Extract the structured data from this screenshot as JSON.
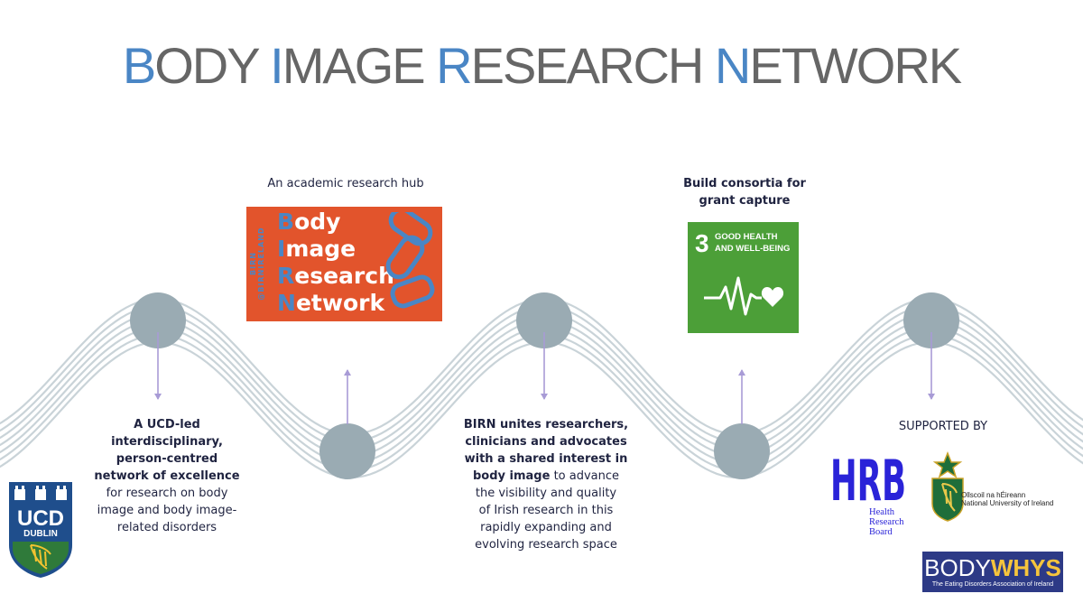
{
  "title": {
    "words": [
      {
        "cap": "B",
        "rest": "ODY"
      },
      {
        "cap": "I",
        "rest": "MAGE"
      },
      {
        "cap": "R",
        "rest": "ESEARCH"
      },
      {
        "cap": "N",
        "rest": "ETWORK"
      }
    ]
  },
  "labels": {
    "hub": "An academic research hub",
    "consortia": "Build consortia for grant capture",
    "supported": "SUPPORTED BY"
  },
  "ucd_text": {
    "bold_lines": [
      "A UCD-led",
      "interdisciplinary,",
      "person-centred",
      "network of excellence"
    ],
    "normal_lines": [
      "for research on body",
      "image and body image-",
      "related disorders"
    ]
  },
  "birn_text": {
    "bold_lines": [
      "BIRN unites researchers,",
      "clinicians and advocates",
      "with a shared interest in"
    ],
    "mixed_bold": "body image",
    "mixed_rest": " to advance",
    "normal_lines": [
      "the visibility and quality",
      "of Irish research in this",
      "rapidly expanding and",
      "evolving research space"
    ]
  },
  "birn_logo": {
    "vertical": "BIRN @BIRNIRELAND",
    "lines": [
      {
        "ini": "B",
        "rest": "ody"
      },
      {
        "ini": "I",
        "rest": "mage"
      },
      {
        "ini": "R",
        "rest": "esearch"
      },
      {
        "ini": "N",
        "rest": "etwork"
      }
    ]
  },
  "sdg": {
    "number": "3",
    "line1": "GOOD HEALTH",
    "line2": "AND WELL-BEING"
  },
  "ucd_logo": {
    "line1": "UCD",
    "line2": "DUBLIN"
  },
  "hrb": {
    "letters": "HRB",
    "line1": "Health",
    "line2": "Research",
    "line3": "Board"
  },
  "nui": {
    "line1": "Ollscoil na hÉireann",
    "line2": "National University of Ireland"
  },
  "bodywhys": {
    "part1": "BODY",
    "part2": "WHYS",
    "sub": "The Eating Disorders Association of Ireland"
  },
  "colors": {
    "accent_blue": "#4a86c5",
    "title_gray": "#666666",
    "wave": "#c9d3d8",
    "node": "#9aabb3",
    "arrow": "#a89bd6",
    "birn_orange": "#e2542c",
    "sdg_green": "#4c9f38",
    "hrb_blue": "#2a23d8",
    "bodywhys_navy": "#2d3a86",
    "bodywhys_yellow": "#f5c43c"
  }
}
